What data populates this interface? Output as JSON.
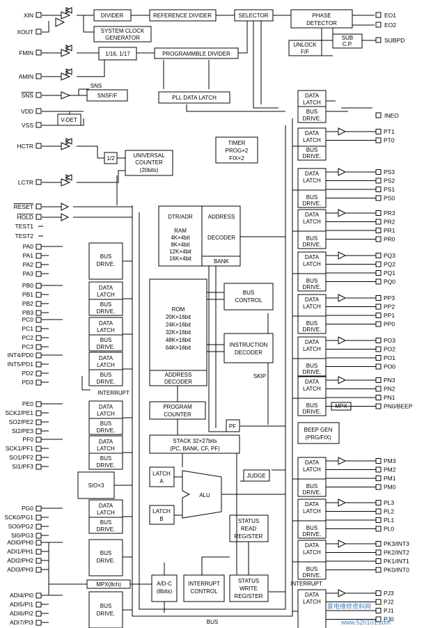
{
  "left_pins": {
    "xin": "XIN",
    "xout": "XOUT",
    "fmin": "FMIN",
    "amin": "AMIN",
    "sns": "SNS",
    "vdd": "VDD",
    "vss": "VSS",
    "hctr": "HCTR",
    "lctr": "LCTR",
    "reset": "RESET",
    "hold": "HOLD",
    "test1": "TEST1",
    "test2": "TEST2",
    "pa": [
      "PA0",
      "PA1",
      "PA2",
      "PA3"
    ],
    "pb": [
      "PB0",
      "PB1",
      "PB2",
      "PB3"
    ],
    "pc": [
      "PC0",
      "PC1",
      "PC2",
      "PC3"
    ],
    "pd": [
      "INT4/PD0",
      "INT5/PD1",
      "PD2",
      "PD3"
    ],
    "pe": [
      "PE0",
      "SCK2/PE1",
      "SO2/PE2",
      "SI2/PE3"
    ],
    "pf": [
      "PF0",
      "SCK1/PF1",
      "SO1/PF2",
      "SI1/PF3"
    ],
    "pg": [
      "PG0",
      "SCK0/PG1",
      "SO0/PG2",
      "SI0/PG3"
    ],
    "ph": [
      "ADI0/PH0",
      "ADI1/PH1",
      "ADI2/PH2",
      "ADI3/PH3"
    ],
    "pi": [
      "ADI4/PI0",
      "ADI5/PI1",
      "ADI6/PI2",
      "ADI7/PI3"
    ]
  },
  "right_pins": {
    "eo1": "EO1",
    "eo2": "EO2",
    "subpd": "SUBPD",
    "ineo": "INEO",
    "pt": [
      "PT1",
      "PT0"
    ],
    "ps": [
      "PS3",
      "PS2",
      "PS1",
      "PS0"
    ],
    "pr": [
      "PR3",
      "PR2",
      "PR1",
      "PR0"
    ],
    "pq": [
      "PQ3",
      "PQ2",
      "PQ1",
      "PQ0"
    ],
    "pp": [
      "PP3",
      "PP2",
      "PP1",
      "PP0"
    ],
    "po": [
      "PO3",
      "PO2",
      "PO1",
      "PO0"
    ],
    "pn": [
      "PN3",
      "PN2",
      "PN1",
      "PN0/BEEP"
    ],
    "pm": [
      "PM3",
      "PM2",
      "PM1",
      "PM0"
    ],
    "pl": [
      "PL3",
      "PL2",
      "PL1",
      "PL0"
    ],
    "pk": [
      "PK3/INT3",
      "PK2/INT2",
      "PK1/INT1",
      "PK0/INT0"
    ],
    "pj": [
      "PJ3",
      "PJ2",
      "PJ1",
      "PJ0"
    ]
  },
  "blocks": {
    "divider": "DIVIDER",
    "reference_divider": "REFERENCE DIVIDER",
    "selector": "SELECTOR",
    "phase_detector": [
      "PHASE",
      "DETECTOR"
    ],
    "system_clock": [
      "SYSTEM CLOCK",
      "GENERATOR"
    ],
    "prescaler": "1/16, 1/17",
    "programmable_divider": "PROGRAMMBLE DIVIDER",
    "unlock": [
      "UNLOCK",
      "F/F"
    ],
    "sub_cp": [
      "SUB",
      "C.P."
    ],
    "sns_label": "SNS",
    "snsff": "SNSF/F",
    "pll_data_latch": "PLL DATA LATCH",
    "vdet": "V-DET",
    "half": "1/2",
    "universal_counter": [
      "UNIVERSAL",
      "COUNTER",
      "(20bits)"
    ],
    "timer": [
      "TIMER",
      "PROG×2",
      "FIX×2"
    ],
    "dtr_adr": "DTR/ADR",
    "ram": [
      "RAM",
      "4K×4bit",
      "8K×4bit",
      "12K×4bit",
      "16K×4bit"
    ],
    "address_decoder_top": [
      "ADDRESS",
      "DECODER"
    ],
    "bank": "BANK",
    "rom": [
      "ROM",
      "20K×16bit",
      "24K×16bit",
      "32K×16bit",
      "48K×16bit",
      "64K×16bit"
    ],
    "address_decoder": [
      "ADDRESS",
      "DECODER"
    ],
    "bus_control": [
      "BUS",
      "CONTROL"
    ],
    "instruction_decoder": [
      "INSTRUCTION",
      "DECODER"
    ],
    "skip": "SKIP",
    "program_counter": [
      "PROGRAM",
      "COUNTER"
    ],
    "pf": "PF",
    "stack": [
      "STACK 32×27bits",
      "(PC, BANK, CF, PF)"
    ],
    "latch_a": [
      "LATCH",
      "A"
    ],
    "latch_b": [
      "LATCH",
      "B"
    ],
    "alu": "ALU",
    "judge": "JUDGE",
    "status_read_register": [
      "STATUS",
      "READ",
      "REGISTER"
    ],
    "adc": [
      "A/D-C",
      "(8bits)"
    ],
    "interrupt_control": [
      "INTERRUPT",
      "CONTROL"
    ],
    "status_write_register": [
      "STATUS",
      "WRITE",
      "REGISTER"
    ],
    "sio": "SIO×3",
    "mpx8": "MPX(8ch)",
    "mpx": "MPX",
    "beep_gen": [
      "BEEP GEN",
      "(PRG/FIX)"
    ],
    "interrupt": "INTERRUPT",
    "bus": "BUS",
    "data_latch": [
      "DATA",
      "LATCH"
    ],
    "bus_drive": [
      "BUS",
      "DRIVE."
    ]
  },
  "watermark": {
    "cn": "家电维修资料网",
    "url": "www.520101.com"
  }
}
